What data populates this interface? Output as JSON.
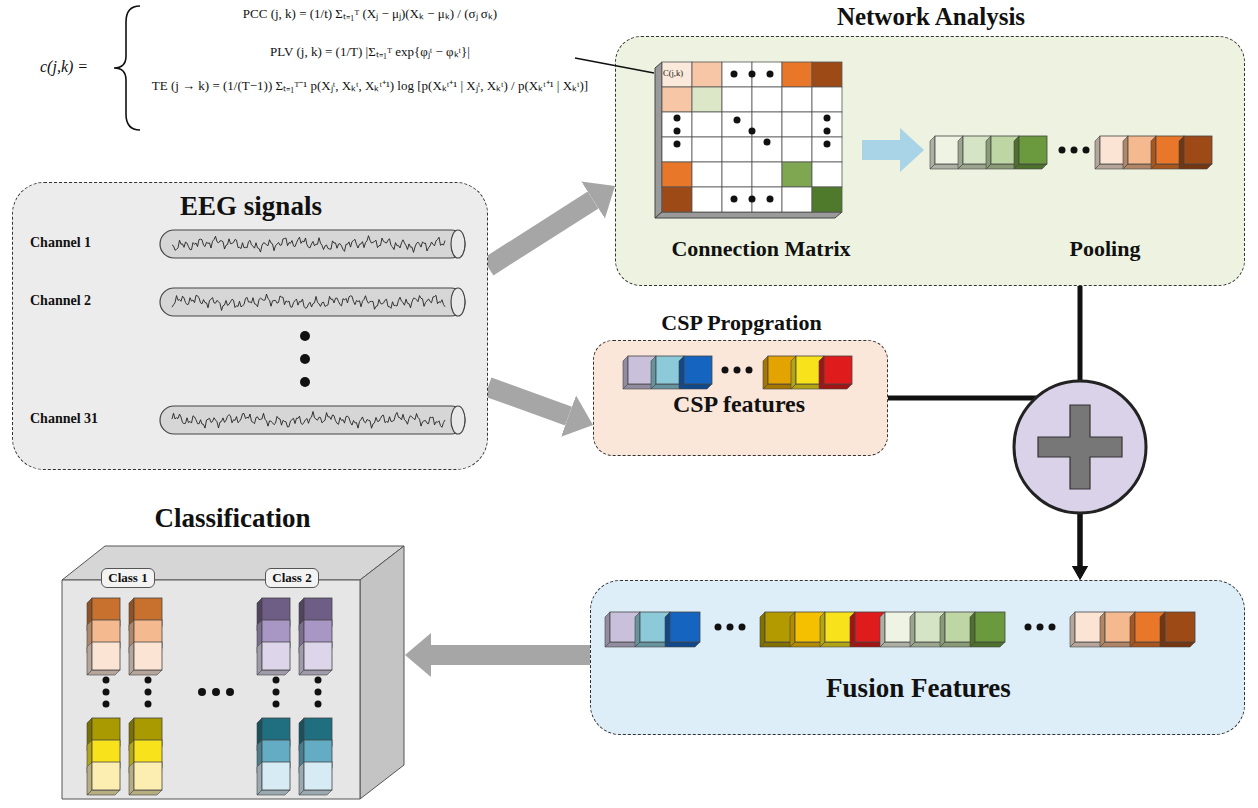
{
  "diagram": {
    "nodes": [
      {
        "text": [
          "Network Analysis"
        ]
      },
      {
        "text": [
          "EEG signals"
        ]
      },
      {
        "text": [
          "CSP Propgration",
          "CSP features"
        ]
      },
      {
        "text": [
          "Fusion Features"
        ]
      },
      {
        "text": [
          "Classification"
        ]
      },
      {
        "text": [
          "Class 1"
        ],
        "in": 4
      },
      {
        "text": [
          "Class 2"
        ],
        "in": 4
      }
    ],
    "edges": [
      {
        "from": 1,
        "to": 0,
        "arrow": "to"
      },
      {
        "from": 1,
        "to": 2,
        "arrow": "to"
      },
      {
        "from": 0,
        "to": 3,
        "arrow": "to"
      },
      {
        "from": 2,
        "to": 3,
        "arrow": "to"
      },
      {
        "from": 3,
        "to": 4,
        "arrow": "to"
      }
    ],
    "labels": [
      "c(j,k) =",
      "PCC (j, k) = (1/t) Σₜ₌₁ᵀ (Xⱼ − μⱼ)(Xₖ − μₖ) / (σⱼ σₖ)",
      "PLV (j, k) = (1/T) |Σₜ₌₁ᵀ exp{φⱼᵗ − φₖᵗ}|",
      "TE (j → k) = (1/(T−1)) Σₜ₌₁ᵀ⁻¹ p(Xⱼᵗ, Xₖᵗ, Xₖᵗ⁺¹) log [p(Xₖᵗ⁺¹ | Xⱼᵗ, Xₖᵗ) / p(Xₖᵗ⁺¹ | Xₖᵗ)]",
      "C(j,k)",
      "Connection Matrix",
      "Pooling",
      "Channel 1",
      "Channel 2",
      "Channel 31"
    ]
  }
}
